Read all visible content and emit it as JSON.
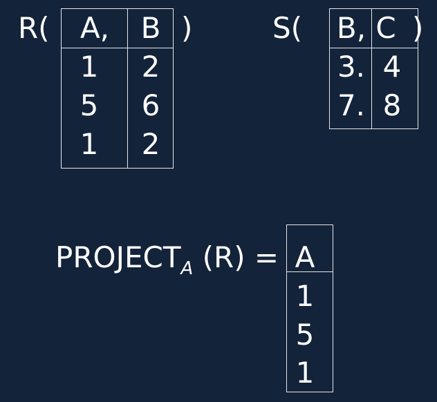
{
  "relation_r": {
    "open": "R(",
    "close": ")",
    "headers": [
      "A,",
      "B"
    ],
    "rows": [
      [
        "1",
        "2"
      ],
      [
        "5",
        "6"
      ],
      [
        "1",
        "2"
      ]
    ]
  },
  "relation_s": {
    "open": "S(",
    "close": ")",
    "headers": [
      "B,",
      "C"
    ],
    "rows": [
      [
        "3.",
        "4"
      ],
      [
        "7.",
        "8"
      ]
    ]
  },
  "projection": {
    "op": "PROJECT",
    "subscript": "A",
    "arg": " (R) =",
    "header": "A",
    "rows": [
      "1",
      "5",
      "1"
    ]
  }
}
